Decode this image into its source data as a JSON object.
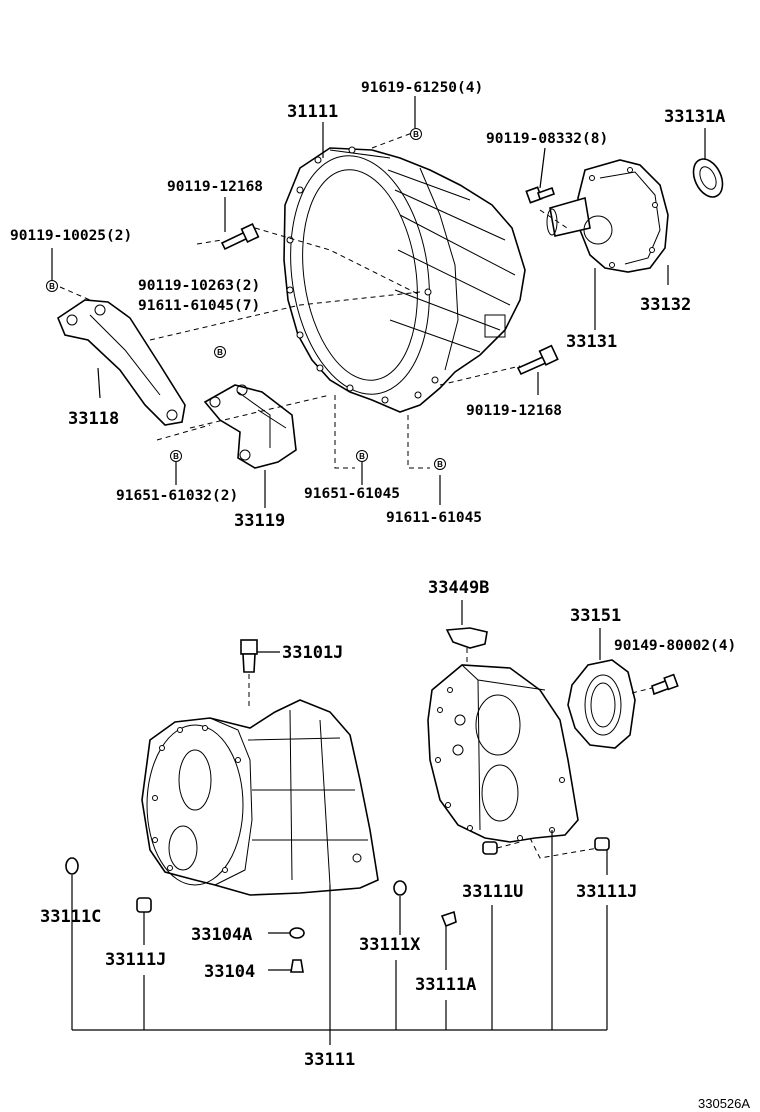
{
  "callouts": {
    "p_31111_top": "31111",
    "p_91619_61250": "91619-61250(4)",
    "p_33131A": "33131A",
    "p_90119_08332": "90119-08332(8)",
    "p_90119_12168_a": "90119-12168",
    "p_90119_10025": "90119-10025(2)",
    "p_90119_10263": "90119-10263(2)",
    "p_91611_61045_7": "91611-61045(7)",
    "p_33132": "33132",
    "p_33131": "33131",
    "p_33118": "33118",
    "p_90119_12168_b": "90119-12168",
    "p_91651_61032": "91651-61032(2)",
    "p_91651_61045": "91651-61045",
    "p_91611_61045": "91611-61045",
    "p_33119": "33119",
    "p_33449B": "33449B",
    "p_33151": "33151",
    "p_33101J": "33101J",
    "p_90149_80002": "90149-80002(4)",
    "p_33111C": "33111C",
    "p_33111U": "33111U",
    "p_33111J_right": "33111J",
    "p_33104A": "33104A",
    "p_33111X": "33111X",
    "p_33111J_left": "33111J",
    "p_33104": "33104",
    "p_33111A": "33111A",
    "p_33111_bottom": "33111"
  },
  "marker_letter": "B",
  "reference_code": "330526A"
}
